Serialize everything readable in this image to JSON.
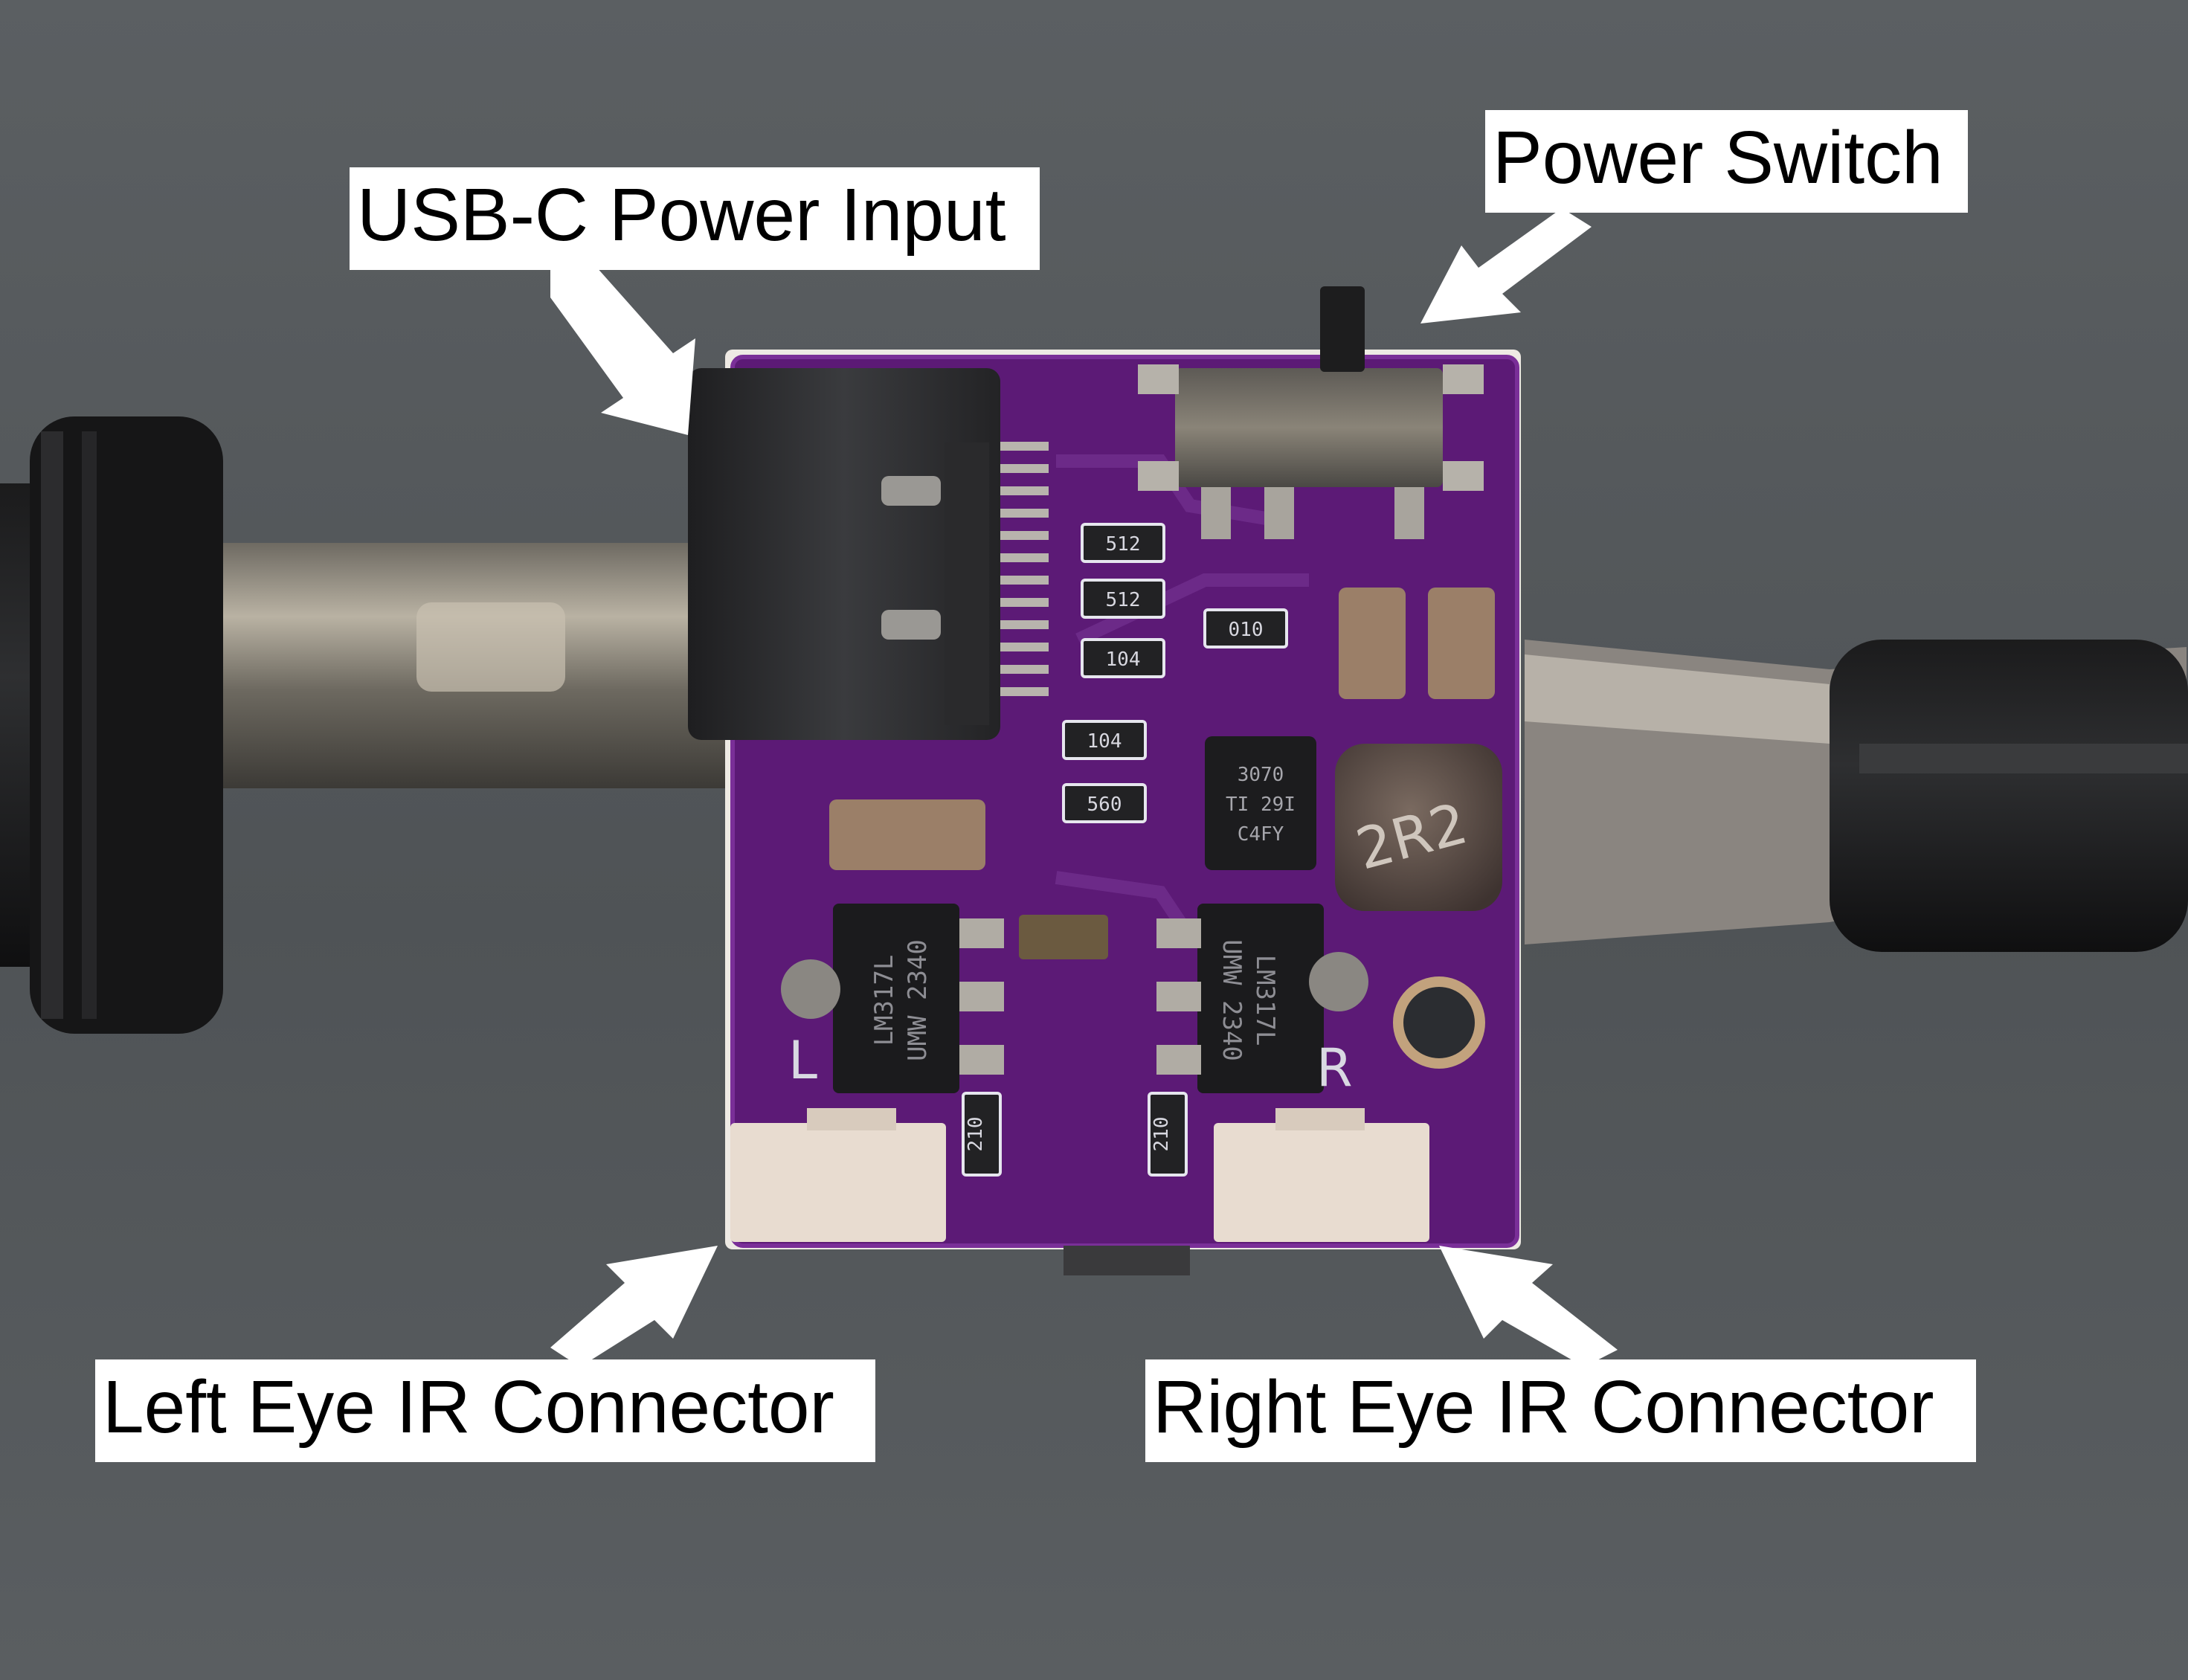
{
  "labels": {
    "usb_c": "USB-C Power Input",
    "power_switch": "Power Switch",
    "left_eye": "Left Eye IR Connector",
    "right_eye": "Right Eye IR Connector"
  },
  "pcb_markings": {
    "ic1": "3070",
    "ic1_line2": "TI 29I",
    "ic1_line3": "C4FY",
    "inductor": "2R2",
    "reg_left_1": "LM317L",
    "reg_left_2": "UMW 2340",
    "reg_right_1": "LM317L",
    "reg_right_2": "UMW 2340",
    "r1": "512",
    "r2": "512",
    "r3": "104",
    "r4": "104",
    "r5": "560",
    "r6": "010",
    "r7": "210",
    "r8": "210",
    "silk_l": "L",
    "silk_r": "R"
  },
  "colors": {
    "background": "#55595c",
    "pcb": "#5c1a76",
    "silkscreen": "#e6e6ee",
    "callout_bg": "#ffffff",
    "callout_text": "#000000"
  }
}
